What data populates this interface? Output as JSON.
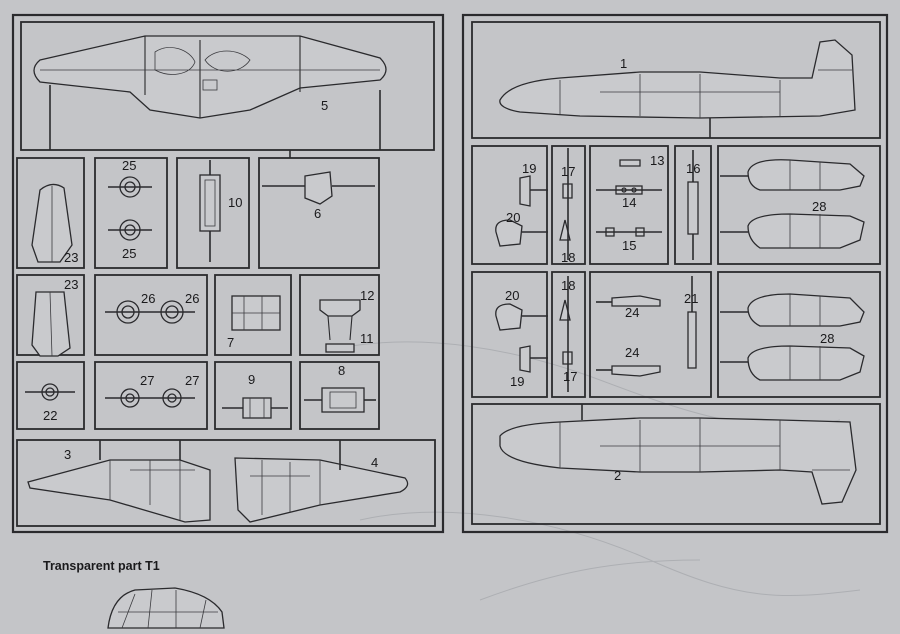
{
  "sprue_left": {
    "part_labels": {
      "p5": "5",
      "p25a": "25",
      "p25b": "25",
      "p10": "10",
      "p6": "6",
      "p23a": "23",
      "p23b": "23",
      "p26a": "26",
      "p26b": "26",
      "p7": "7",
      "p12": "12",
      "p11": "11",
      "p8": "8",
      "p9": "9",
      "p22": "22",
      "p27a": "27",
      "p27b": "27",
      "p3": "3",
      "p4": "4"
    }
  },
  "sprue_right": {
    "part_labels": {
      "p1": "1",
      "p19a": "19",
      "p17a": "17",
      "p13": "13",
      "p16": "16",
      "p20a": "20",
      "p14": "14",
      "p15": "15",
      "p18a": "18",
      "p28a": "28",
      "p18b": "18",
      "p21": "21",
      "p20b": "20",
      "p24a": "24",
      "p24b": "24",
      "p19b": "19",
      "p17b": "17",
      "p28b": "28",
      "p2": "2"
    }
  },
  "transparent": {
    "caption": "Transparent part  T1"
  }
}
